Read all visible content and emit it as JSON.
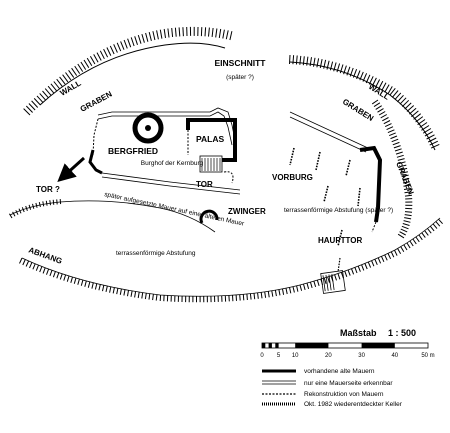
{
  "labels": {
    "einschnitt": "EINSCHNITT",
    "einschnitt_note": "(später ?)",
    "wall_left": "WALL",
    "graben_left": "GRABEN",
    "wall_right": "WALL",
    "graben_right_top": "GRABEN",
    "graben_right_side": "GRABEN",
    "bergfried": "BERGFRIED",
    "palas": "PALAS",
    "burghof": "Burghof der Kernburg",
    "tor_inner": "TOR",
    "tor_left": "TOR ?",
    "mauer_note": "später aufgesetzte Mauer auf einer älteren Mauer",
    "zwinger": "ZWINGER",
    "vorburg": "VORBURG",
    "terrasse_right": "terrassenförmige Abstufung (später ?)",
    "haupttor": "HAUPTTOR",
    "terrasse_left": "terrassenförmige Abstufung",
    "abhang": "ABHANG"
  },
  "scale": {
    "title": "Maßstab",
    "ratio": "1 : 500",
    "ticks": [
      "0",
      "5",
      "10",
      "20",
      "30",
      "40",
      "50"
    ],
    "unit": "m"
  },
  "legend": [
    {
      "text": "vorhandene alte Mauern",
      "style": "thick-solid"
    },
    {
      "text": "nur eine Mauerseite erkennbar",
      "style": "double-thin"
    },
    {
      "text": "Rekonstruktion von Mauern",
      "style": "dashed"
    },
    {
      "text": "Okt. 1982 wiederentdeckter Keller",
      "style": "hatched"
    }
  ],
  "colors": {
    "ink": "#000000",
    "paper": "#ffffff"
  }
}
